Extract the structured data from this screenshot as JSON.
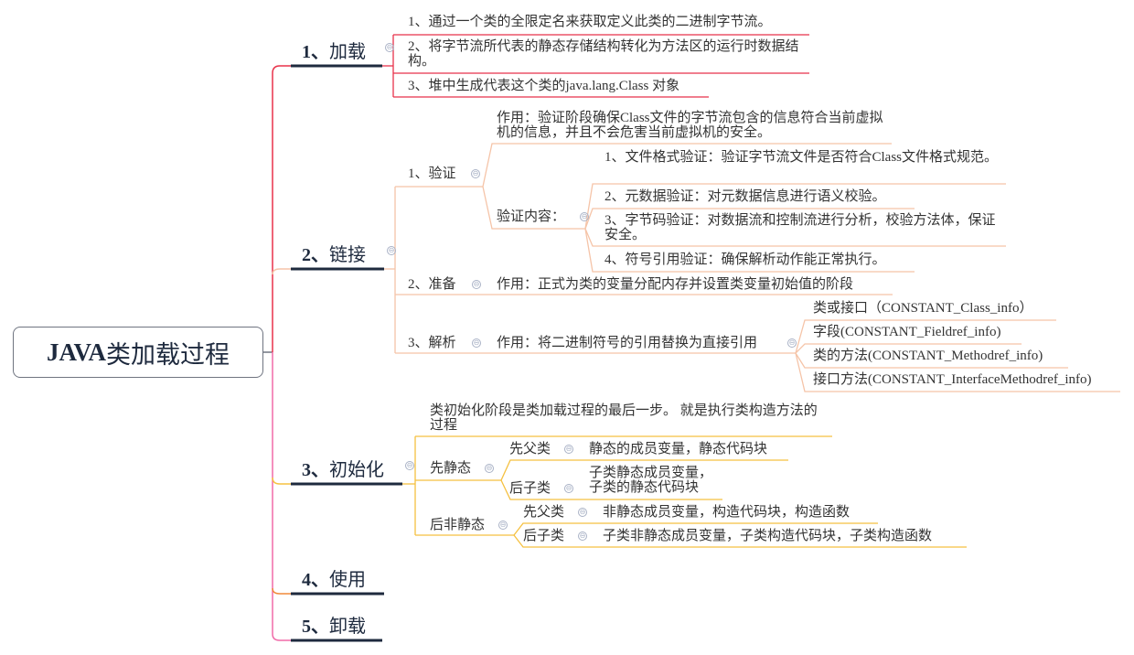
{
  "root": {
    "title_latin": "JAVA",
    "title_cn": "类加载过程"
  },
  "colors": {
    "load": "#e8324a",
    "link": "#f5c4a8",
    "init": "#f5c040",
    "use": "#f08a3a",
    "unload": "#f06aa8",
    "main_underline": "#1e2a3e",
    "root_border": "#6f7480",
    "collapse_icon": "#a9b2c6"
  },
  "icons": {
    "collapse": "⊖"
  },
  "branches": {
    "load": {
      "num": "1、",
      "label": "加载",
      "items": [
        "1、通过一个类的全限定名来获取定义此类的二进制字节流。",
        "2、将字节流所代表的静态存储结构转化为方法区的运行时数据结构。",
        "3、堆中生成代表这个类的java.lang.Class 对象"
      ]
    },
    "link": {
      "num": "2、",
      "label": "链接",
      "verify": {
        "label": "1、验证",
        "purpose": "作用：验证阶段确保Class文件的字节流包含的信息符合当前虚拟机的信息，并且不会危害当前虚拟机的安全。",
        "content_label": "验证内容：",
        "contents": [
          "1、文件格式验证：验证字节流文件是否符合Class文件格式规范。",
          "2、元数据验证：对元数据信息进行语义校验。",
          "3、字节码验证：对数据流和控制流进行分析，校验方法体，保证安全。",
          "4、符号引用验证：确保解析动作能正常执行。"
        ]
      },
      "prepare": {
        "label": "2、准备",
        "purpose": "作用：正式为类的变量分配内存并设置类变量初始值的阶段"
      },
      "resolve": {
        "label": "3、解析",
        "purpose": "作用：将二进制符号的引用替换为直接引用",
        "refs": [
          "类或接口（CONSTANT_Class_info）",
          "字段(CONSTANT_Fieldref_info)",
          "类的方法(CONSTANT_Methodref_info)",
          "接口方法(CONSTANT_InterfaceMethodref_info)"
        ]
      }
    },
    "init": {
      "num": "3、",
      "label": "初始化",
      "note": "类初始化阶段是类加载过程的最后一步。 就是执行类构造方法的过程",
      "static": {
        "label": "先静态",
        "parent": {
          "label": "先父类",
          "desc": "静态的成员变量，静态代码块"
        },
        "child": {
          "label": "后子类",
          "desc": "子类静态成员变量，子类的静态代码块"
        }
      },
      "nonstatic": {
        "label": "后非静态",
        "parent": {
          "label": "先父类",
          "desc": "非静态成员变量，构造代码块，构造函数"
        },
        "child": {
          "label": "后子类",
          "desc": "子类非静态成员变量，子类构造代码块，子类构造函数"
        }
      }
    },
    "use": {
      "num": "4、",
      "label": "使用"
    },
    "unload": {
      "num": "5、",
      "label": "卸载"
    }
  }
}
